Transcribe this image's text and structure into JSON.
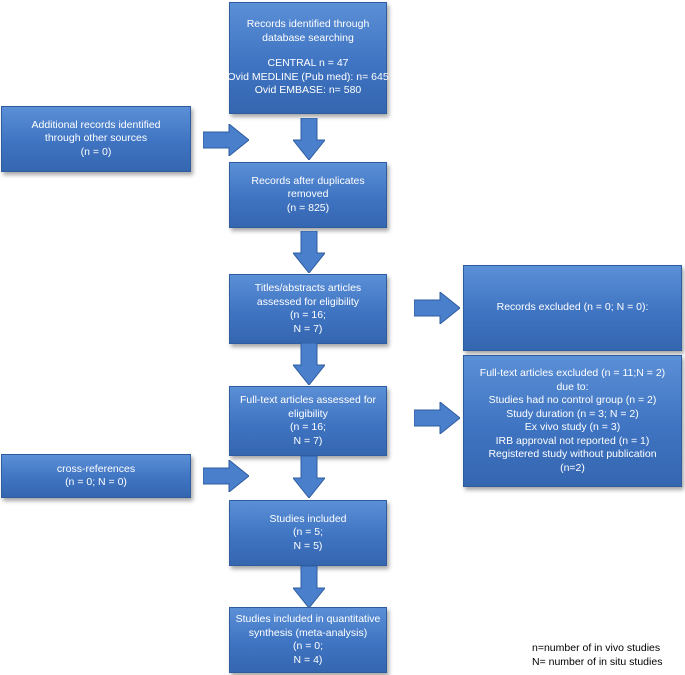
{
  "boxes": {
    "records_identified": {
      "line1": "Records identified through",
      "line2": "database searching",
      "line3": "CENTRAL n = 47",
      "line4": "Ovid MEDLINE (Pub med): n= 645",
      "line5": "Ovid EMBASE: n=  580"
    },
    "additional_records": {
      "line1": "Additional records identified",
      "line2": "through other sources",
      "line3": "(n = 0)"
    },
    "after_duplicates": {
      "line1": "Records after duplicates",
      "line2": "removed",
      "line3": "(n = 825)"
    },
    "titles_abstracts": {
      "line1": "Titles/abstracts articles",
      "line2": "assessed for eligibility",
      "line3": "(n = 16;",
      "line4": "N = 7)"
    },
    "records_excluded": {
      "line1": "Records excluded (n = 0; N = 0):"
    },
    "fulltext_assessed": {
      "line1": "Full-text articles assessed for",
      "line2": "eligibility",
      "line3": "(n = 16;",
      "line4": "N = 7)"
    },
    "fulltext_excluded": {
      "line1": "Full-text articles excluded (n = 11;N =  2)",
      "line2": "due to:",
      "line3": "Studies had no control group (n = 2)",
      "line4": "Study duration (n = 3; N = 2)",
      "line5": "Ex vivo study (n = 3)",
      "line6": "IRB approval not reported (n = 1)",
      "line7": "Registered study without publication",
      "line8": "(n=2)"
    },
    "cross_references": {
      "line1": "cross-references",
      "line2": "(n = 0; N = 0)"
    },
    "studies_included": {
      "line1": "Studies included",
      "line2": "(n = 5;",
      "line3": "N = 5)"
    },
    "quantitative": {
      "line1": "Studies included in quantitative",
      "line2": "synthesis (meta-analysis)",
      "line3": "(n = 0;",
      "line4": "N = 4)"
    }
  },
  "legend": {
    "line1": "n=number of in vivo studies",
    "line2": "N= number of in situ studies"
  },
  "colors": {
    "box_fill": "#4a7fcc",
    "box_border": "#2f5c9e",
    "text": "#ffffff"
  }
}
